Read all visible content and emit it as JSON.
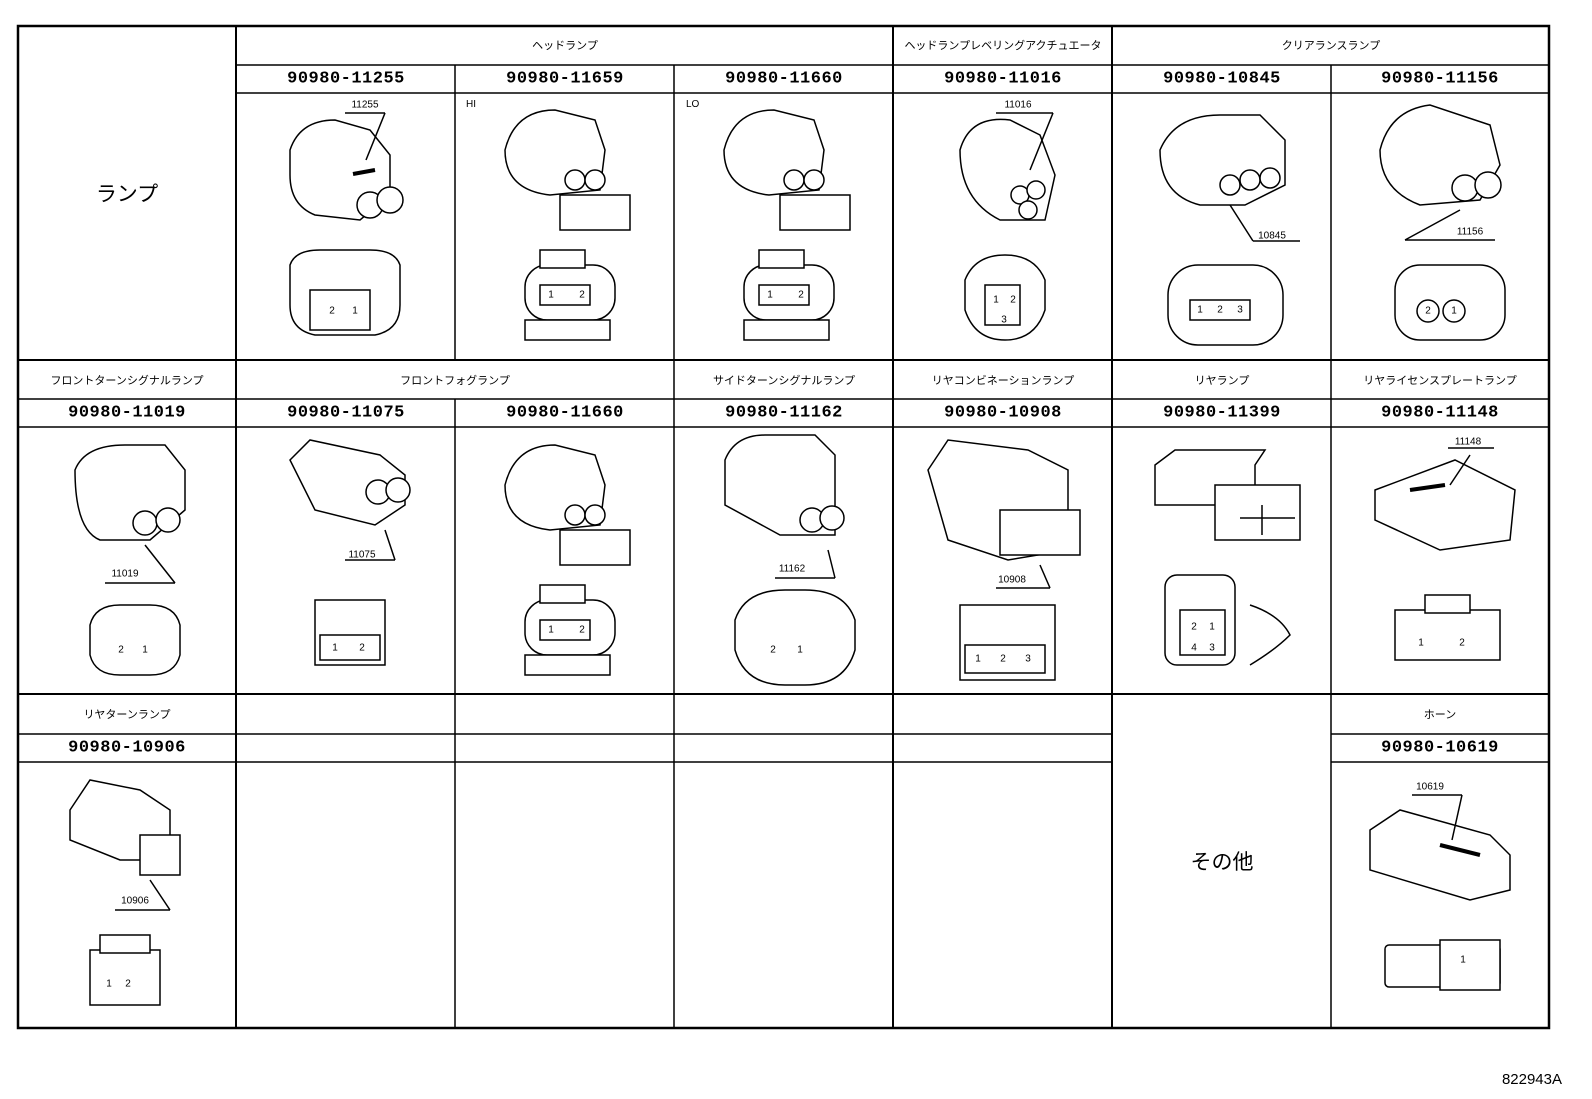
{
  "category_lamp": "ランプ",
  "category_other": "その他",
  "cells": [
    {
      "id": "c1",
      "title": "ヘッドランプ",
      "part": "",
      "callout": "",
      "note": ""
    },
    {
      "id": "c2",
      "title": "ヘッドランプレベリングアクチュエータ",
      "part": "",
      "callout": "",
      "note": ""
    },
    {
      "id": "c3",
      "title": "クリアランスランプ",
      "part": "",
      "callout": "",
      "note": ""
    }
  ],
  "header_groups": {
    "headlamp": "ヘッドランプ",
    "headlamp_leveling": "ヘッドランプレベリングアクチュエータ",
    "clearance": "クリアランスランプ",
    "front_turn": "フロントターンシグナルランプ",
    "front_fog": "フロントフォグランプ",
    "side_turn": "サイドターンシグナルランプ",
    "rear_combination": "リヤコンビネーションランプ",
    "rear_lamp": "リヤランプ",
    "rear_license": "リヤライセンスプレートランプ",
    "rear_turn": "リヤターンランプ",
    "horn": "ホーン"
  },
  "parts": {
    "p11255": "90980-11255",
    "p11659": "90980-11659",
    "p11660a": "90980-11660",
    "p11016": "90980-11016",
    "p10845": "90980-10845",
    "p11156": "90980-11156",
    "p11019": "90980-11019",
    "p11075": "90980-11075",
    "p11660b": "90980-11660",
    "p11162": "90980-11162",
    "p10908": "90980-10908",
    "p11399": "90980-11399",
    "p11148": "90980-11148",
    "p10906": "90980-10906",
    "p10619": "90980-10619"
  },
  "callouts": {
    "c11255": "11255",
    "c11016": "11016",
    "c10845": "10845",
    "c11156": "11156",
    "c11019": "11019",
    "c11075": "11075",
    "c11162": "11162",
    "c10908": "10908",
    "c11148": "11148",
    "c10906": "10906",
    "c10619": "10619"
  },
  "notes": {
    "hi": "HI",
    "lo": "LO"
  },
  "pins": {
    "two_rev": [
      "2",
      "1"
    ],
    "two": [
      "1",
      "2"
    ],
    "three": [
      "1",
      "2",
      "3"
    ],
    "four": [
      "2",
      "1",
      "4",
      "3"
    ],
    "one": [
      "1"
    ]
  },
  "doc_id": "822943A"
}
